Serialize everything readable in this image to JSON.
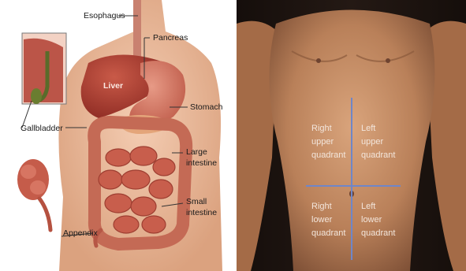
{
  "left_panel": {
    "labels": {
      "esophagus": "Esophagus",
      "pancreas": "Pancreas",
      "liver": "Liver",
      "stomach": "Stomach",
      "gallbladder": "Gallbladder",
      "large_intestine_1": "Large",
      "large_intestine_2": "intestine",
      "small_intestine_1": "Small",
      "small_intestine_2": "intestine",
      "appendix": "Appendix"
    }
  },
  "right_panel": {
    "quadrants": {
      "right_upper": [
        "Right",
        "upper",
        "quadrant"
      ],
      "left_upper": [
        "Left",
        "upper",
        "quadrant"
      ],
      "right_lower": [
        "Right",
        "lower",
        "quadrant"
      ],
      "left_lower": [
        "Left",
        "lower",
        "quadrant"
      ]
    },
    "divider_color": "#6f86c8"
  },
  "colors": {
    "skin": "#e9b79a",
    "organ_red": "#b8453a",
    "liver": "#a8392f",
    "torso_tan": "#c08a62",
    "background_dark": "#1c1411"
  }
}
